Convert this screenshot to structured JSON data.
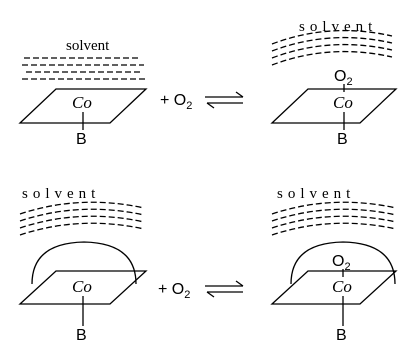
{
  "panels": {
    "top_left": {
      "solvent": "solvent",
      "metal": "Co",
      "base": "B"
    },
    "top_right": {
      "solvent": "solvent",
      "metal": "Co",
      "ligand": "O",
      "ligand_sub": "2",
      "base": "B"
    },
    "bottom_left": {
      "solvent": "solvent",
      "metal": "Co",
      "base": "B"
    },
    "bottom_right": {
      "solvent": "solvent",
      "metal": "Co",
      "ligand": "O",
      "ligand_sub": "2",
      "base": "B"
    }
  },
  "reactions": {
    "top": {
      "plus": "+ O",
      "sub": "2"
    },
    "bottom": {
      "plus": "+ O",
      "sub": "2"
    }
  }
}
